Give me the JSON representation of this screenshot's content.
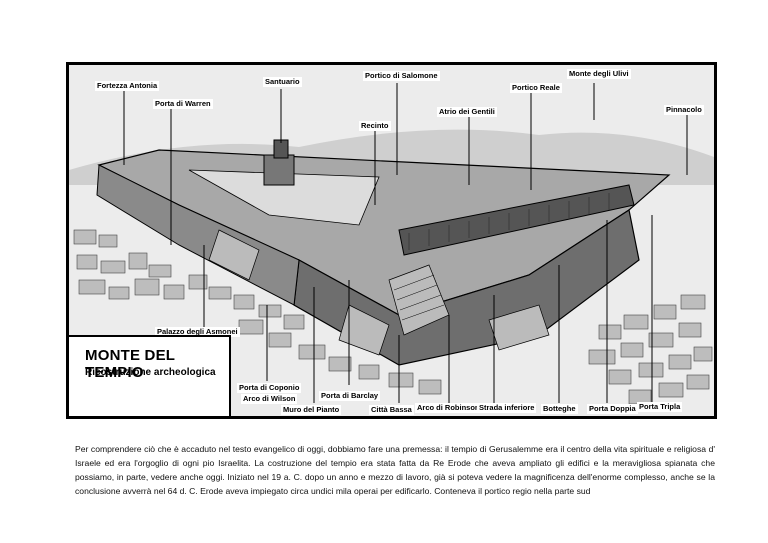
{
  "figure": {
    "title": "MONTE DEL TEMPIO",
    "subtitle": "Ricostruzione archeologica",
    "labels": {
      "fortezza_antonia": "Fortezza Antonia",
      "santuario": "Santuario",
      "portico_salomone": "Portico di Salomone",
      "monte_ulivi": "Monte degli Ulivi",
      "portico_reale": "Portico Reale",
      "porta_warren": "Porta di Warren",
      "atrio_gentili": "Atrio dei Gentili",
      "pinnacolo": "Pinnacolo",
      "recinto": "Recinto",
      "palazzo_asmonei": "Palazzo degli Asmonei",
      "porta_coponio": "Porta di Coponio",
      "arco_wilson": "Arco di Wilson",
      "porta_barclay": "Porta di Barclay",
      "muro_pianto": "Muro del Pianto",
      "citta_bassa": "Città Bassa",
      "arco_robinson": "Arco di Robinson",
      "strada_inferiore": "Strada inferiore",
      "botteghe": "Botteghe",
      "porta_doppia": "Porta Doppia",
      "porta_tripla": "Porta Tripla"
    }
  },
  "body_text": "Per comprendere ciò che è accaduto nel testo evangelico di oggi, dobbiamo fare una premessa: il tempio di Gerusalemme era il centro della vita spirituale e religiosa d' Israele ed era  l'orgoglio di ogni pio Israelita. La costruzione del tempio era stata fatta da Re Erode che aveva ampliato gli edifici e la meravigliosa spianata che possiamo, in parte, vedere anche oggi.  Iniziato nel 19 a. C.  dopo un anno e mezzo di lavoro, già si poteva vedere la magnificenza dell'enorme complesso, anche se la conclusione avverrà nel 64 d. C.  Erode aveva impiegato circa undici mila operai per edificarlo. Conteneva il portico regio nella parte sud"
}
